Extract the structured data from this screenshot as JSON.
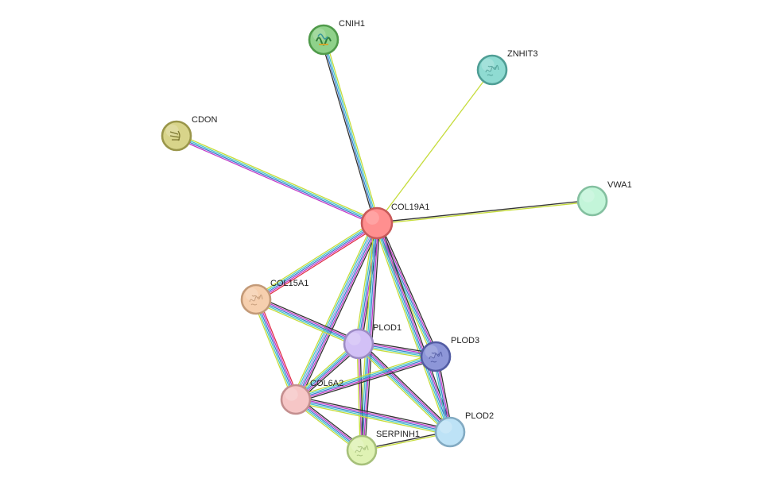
{
  "nodes": [
    {
      "id": "CNIH1",
      "label": "CNIH1",
      "color": "#8fd18a",
      "stroke": "#4f9a4a",
      "structure": "helix"
    },
    {
      "id": "ZNHIT3",
      "label": "ZNHIT3",
      "color": "#8fdbd2",
      "stroke": "#4f9e95",
      "structure": "coil"
    },
    {
      "id": "CDON",
      "label": "CDON",
      "color": "#d8d48a",
      "stroke": "#9a964a",
      "structure": "sheet"
    },
    {
      "id": "VWA1",
      "label": "VWA1",
      "color": "#c3f5d9",
      "stroke": "#84c0a0",
      "structure": "none"
    },
    {
      "id": "COL19A1",
      "label": "COL19A1",
      "color": "#ff8f8f",
      "stroke": "#c85a5a",
      "structure": "none"
    },
    {
      "id": "COL15A1",
      "label": "COL15A1",
      "color": "#f6cfae",
      "stroke": "#c39a78",
      "structure": "coil"
    },
    {
      "id": "PLOD1",
      "label": "PLOD1",
      "color": "#d2c0f6",
      "stroke": "#9d8cc4",
      "structure": "none"
    },
    {
      "id": "PLOD3",
      "label": "PLOD3",
      "color": "#8d96d8",
      "stroke": "#525ca3",
      "structure": "coil"
    },
    {
      "id": "COL6A2",
      "label": "COL6A2",
      "color": "#f6c6c6",
      "stroke": "#c48f8f",
      "structure": "none"
    },
    {
      "id": "PLOD2",
      "label": "PLOD2",
      "color": "#bde2f6",
      "stroke": "#82aac2",
      "structure": "none"
    },
    {
      "id": "SERPINH1",
      "label": "SERPINH1",
      "color": "#dff2b4",
      "stroke": "#a6c07a",
      "structure": "coil"
    }
  ],
  "edges": [
    {
      "source": "COL19A1",
      "target": "CNIH1",
      "colors": [
        "#333333",
        "#3b7fd0",
        "#48c8c8",
        "#c6dc3c"
      ]
    },
    {
      "source": "COL19A1",
      "target": "ZNHIT3",
      "colors": [
        "#c6dc3c"
      ]
    },
    {
      "source": "COL19A1",
      "target": "CDON",
      "colors": [
        "#c03cc8",
        "#3b7fd0",
        "#48c8c8",
        "#c6dc3c"
      ]
    },
    {
      "source": "COL19A1",
      "target": "VWA1",
      "colors": [
        "#333333",
        "#c6dc3c"
      ]
    },
    {
      "source": "COL19A1",
      "target": "COL15A1",
      "colors": [
        "#e0304a",
        "#c03cc8",
        "#3b7fd0",
        "#48c8c8",
        "#c6dc3c"
      ]
    },
    {
      "source": "COL19A1",
      "target": "PLOD1",
      "colors": [
        "#333333",
        "#c03cc8",
        "#3b7fd0",
        "#48c8c8",
        "#c6dc3c"
      ]
    },
    {
      "source": "COL19A1",
      "target": "PLOD3",
      "colors": [
        "#333333",
        "#c03cc8",
        "#3b7fd0",
        "#48c8c8",
        "#c6dc3c"
      ]
    },
    {
      "source": "COL19A1",
      "target": "COL6A2",
      "colors": [
        "#333333",
        "#c03cc8",
        "#3b7fd0",
        "#9a9ae8",
        "#48c8c8",
        "#c6dc3c"
      ]
    },
    {
      "source": "COL19A1",
      "target": "PLOD2",
      "colors": [
        "#333333",
        "#c03cc8",
        "#3b7fd0",
        "#48c8c8",
        "#c6dc3c"
      ]
    },
    {
      "source": "COL19A1",
      "target": "SERPINH1",
      "colors": [
        "#333333",
        "#c03cc8",
        "#3b7fd0",
        "#48c8c8",
        "#c6dc3c"
      ]
    },
    {
      "source": "COL15A1",
      "target": "COL6A2",
      "colors": [
        "#e0304a",
        "#c03cc8",
        "#3b7fd0",
        "#48c8c8",
        "#c6dc3c"
      ]
    },
    {
      "source": "COL15A1",
      "target": "PLOD1",
      "colors": [
        "#333333",
        "#c03cc8",
        "#3b7fd0",
        "#48c8c8",
        "#c6dc3c"
      ]
    },
    {
      "source": "PLOD1",
      "target": "PLOD3",
      "colors": [
        "#333333",
        "#c03cc8",
        "#3b7fd0",
        "#48c8c8",
        "#c6dc3c"
      ]
    },
    {
      "source": "PLOD1",
      "target": "COL6A2",
      "colors": [
        "#333333",
        "#c03cc8",
        "#3b7fd0",
        "#48c8c8",
        "#c6dc3c"
      ]
    },
    {
      "source": "PLOD1",
      "target": "PLOD2",
      "colors": [
        "#333333",
        "#c03cc8",
        "#3b7fd0",
        "#48c8c8",
        "#c6dc3c"
      ]
    },
    {
      "source": "PLOD1",
      "target": "SERPINH1",
      "colors": [
        "#333333",
        "#c03cc8",
        "#c6dc3c"
      ]
    },
    {
      "source": "PLOD3",
      "target": "COL6A2",
      "colors": [
        "#333333",
        "#c03cc8",
        "#3b7fd0",
        "#48c8c8",
        "#c6dc3c"
      ]
    },
    {
      "source": "PLOD3",
      "target": "PLOD2",
      "colors": [
        "#333333",
        "#c03cc8",
        "#3b7fd0",
        "#48c8c8"
      ]
    },
    {
      "source": "COL6A2",
      "target": "PLOD2",
      "colors": [
        "#333333",
        "#c03cc8",
        "#3b7fd0",
        "#48c8c8",
        "#c6dc3c"
      ]
    },
    {
      "source": "COL6A2",
      "target": "SERPINH1",
      "colors": [
        "#333333",
        "#c03cc8",
        "#3b7fd0",
        "#48c8c8",
        "#c6dc3c"
      ]
    },
    {
      "source": "SERPINH1",
      "target": "PLOD2",
      "colors": [
        "#333333",
        "#c6dc3c"
      ]
    }
  ]
}
